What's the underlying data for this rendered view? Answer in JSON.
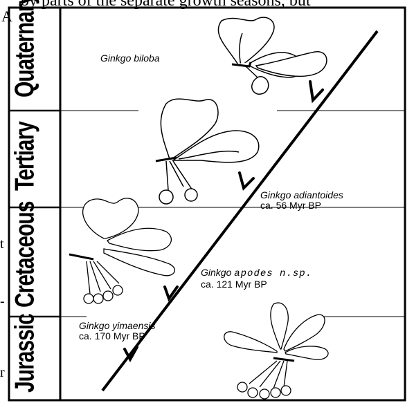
{
  "header_fragment": "by parts of the separate growth seasons, but",
  "corner_letter": "A",
  "side_fragments": [
    "t",
    "-",
    "r"
  ],
  "periods": {
    "quaternary": "Quaternary",
    "tertiary": "Tertiary",
    "cretaceous": "Cretaceous",
    "jurassic": "Jurassic"
  },
  "species": {
    "biloba": {
      "name": "Ginkgo biloba"
    },
    "adiantoides": {
      "name": "Ginkgo adiantoides",
      "age": "ca. 56 Myr BP"
    },
    "apodes": {
      "genus": "Ginkgo",
      "epithet": "apodes n.sp.",
      "age": "ca. 121 Myr BP"
    },
    "yimaensis": {
      "name": "Ginkgo yimaensis",
      "age": "ca. 170 Myr BP"
    }
  }
}
